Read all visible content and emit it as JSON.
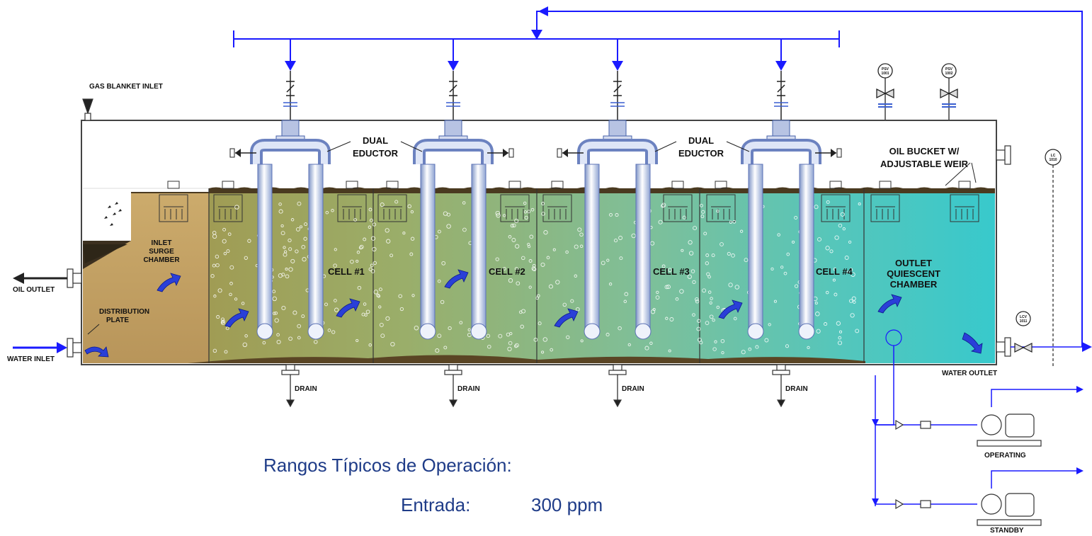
{
  "labels": {
    "gas_blanket_inlet": "GAS BLANKET INLET",
    "oil_outlet": "OIL OUTLET",
    "water_inlet": "WATER INLET",
    "distribution_plate": [
      "DISTRIBUTION",
      "PLATE"
    ],
    "inlet_surge_chamber": [
      "INLET",
      "SURGE",
      "CHAMBER"
    ],
    "cells": [
      "CELL #1",
      "CELL #2",
      "CELL #3",
      "CELL #4"
    ],
    "dual_eductor": [
      "DUAL",
      "EDUCTOR"
    ],
    "oil_bucket": [
      "OIL BUCKET W/",
      "ADJUSTABLE WEIR"
    ],
    "outlet_chamber": [
      "OUTLET",
      "QUIESCENT",
      "CHAMBER"
    ],
    "drain": "DRAIN",
    "water_outlet": "WATER OUTLET",
    "operating": "OPERATING",
    "standby": "STANDBY",
    "instruments": {
      "psv1": [
        "PSV",
        "1001"
      ],
      "psv2": [
        "PSV",
        "1002"
      ],
      "lc": [
        "LC",
        "1010"
      ],
      "lcv": [
        "LCV",
        "1011"
      ]
    }
  },
  "operation": {
    "heading": "Rangos Típicos de Operación:",
    "inlet_label": "Entrada:",
    "inlet_value": "300 ppm"
  },
  "colors": {
    "recycle_line": "#1a1aff",
    "surge_chamber_fill": "#c8a866",
    "cell_gradient_start": "#9c9a52",
    "cell_gradient_end": "#40c8c8",
    "oil_layer": "#4a3a20",
    "text_blue": "#1f3c88"
  }
}
